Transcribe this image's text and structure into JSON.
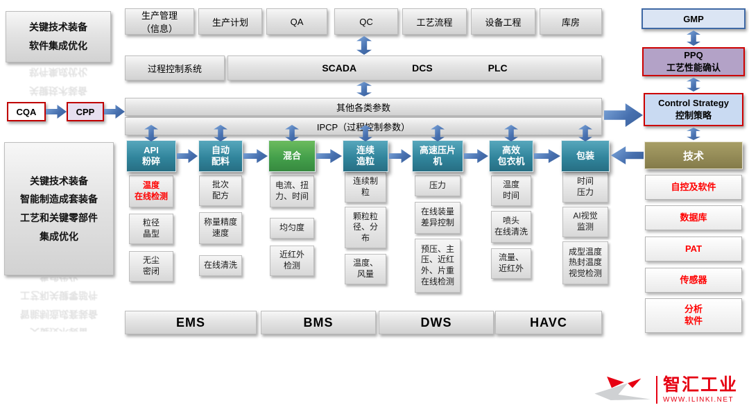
{
  "colors": {
    "arrow_blue": "#4472c4",
    "header_teal": "#31859c",
    "header_green": "#44a04b",
    "tech_olive": "#948a54",
    "ppq_purple": "#b2a1c7",
    "strategy_blue": "#c9daf2",
    "gmp_blue": "#dbe5f4",
    "alert_red": "#ff0000",
    "brand_red": "#e60012",
    "box_gray": "#d9d9d9"
  },
  "left_panel": {
    "top_box": "关键技术装备\n软件集成优化",
    "cqa": "CQA",
    "cpp": "CPP",
    "bottom_box": "关键技术装备\n智能制造成套装备\n工艺和关键零部件\n集成优化"
  },
  "top_row": [
    "生产管理\n（信息）",
    "生产计划",
    "QA",
    "QC",
    "工艺流程",
    "设备工程",
    "库房"
  ],
  "control_row": {
    "title": "过程控制系统",
    "systems": [
      "SCADA",
      "DCS",
      "PLC"
    ]
  },
  "param_band": {
    "line1": "其他各类参数",
    "line2": "IPCP（过程控制参数）"
  },
  "columns": [
    {
      "title": "API\n粉碎",
      "items": [
        "温度\n在线检测",
        "粒径\n晶型",
        "无尘\n密闭"
      ]
    },
    {
      "title": "自动\n配料",
      "items": [
        "批次\n配方",
        "称量精度\n速度",
        "在线清洗"
      ]
    },
    {
      "title": "混合",
      "items": [
        "电流、扭\n力、时间",
        "均匀度",
        "近红外\n检测"
      ]
    },
    {
      "title": "连续\n造粒",
      "items": [
        "连续制\n粒",
        "颗粒粒\n径、分\n布",
        "温度、\n风量"
      ]
    },
    {
      "title": "高速压片\n机",
      "items": [
        "压力",
        "在线装量\n差异控制",
        "预压、主\n压、近红\n外、片重\n在线检测"
      ]
    },
    {
      "title": "高效\n包衣机",
      "items": [
        "温度\n时间",
        "喷头\n在线清洗",
        "流量、\n近红外"
      ]
    },
    {
      "title": "包装",
      "items": [
        "时间\n压力",
        "AI视觉\n监测",
        "成型温度\n热封温度\n视觉检测"
      ]
    }
  ],
  "bottom_row": [
    "EMS",
    "BMS",
    "DWS",
    "HAVC"
  ],
  "right_panel": {
    "gmp": "GMP",
    "ppq": "PPQ\n工艺性能确认",
    "control_strategy": "Control Strategy\n控制策略",
    "tech": "技术",
    "tech_items": [
      "自控及软件",
      "数据库",
      "PAT",
      "传感器",
      "分析\n软件"
    ]
  },
  "logo": {
    "brand": "智汇工业",
    "url": "WWW.ILINKI.NET"
  }
}
